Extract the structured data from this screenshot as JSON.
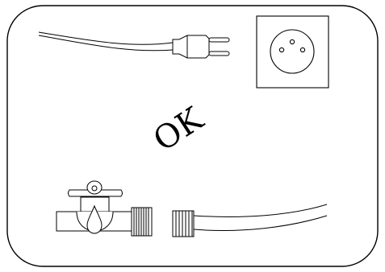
{
  "scene": {
    "center_text": "OK",
    "top_row": {
      "items": [
        "power-cord-with-plug",
        "wall-socket"
      ]
    },
    "bottom_row": {
      "items": [
        "water-tap-with-threaded-outlet",
        "hose-with-connector"
      ]
    }
  },
  "colors": {
    "line": "#000000",
    "background": "#ffffff"
  }
}
